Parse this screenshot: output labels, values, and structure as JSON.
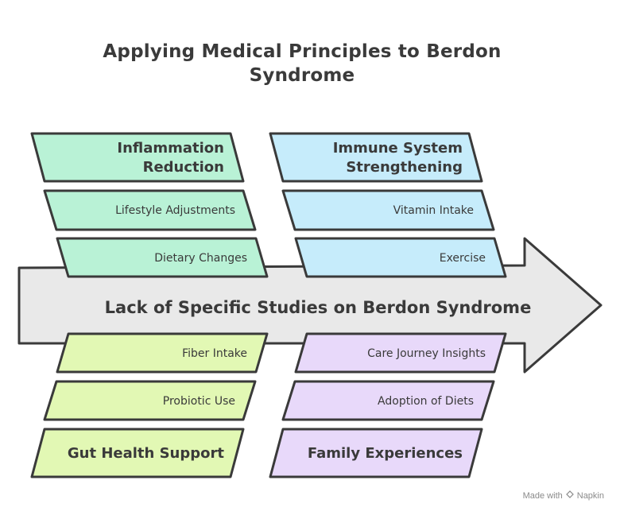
{
  "title": "Applying Medical Principles to Berdon Syndrome",
  "spine": "Lack of Specific Studies on Berdon Syndrome",
  "branches": {
    "inflammation": {
      "head": "Inflammation Reduction",
      "items": [
        "Lifestyle Adjustments",
        "Dietary Changes"
      ],
      "color": "#b9f2d6"
    },
    "immune": {
      "head": "Immune System Strengthening",
      "items": [
        "Vitamin Intake",
        "Exercise"
      ],
      "color": "#c6ecfb"
    },
    "gut": {
      "head": "Gut Health Support",
      "items": [
        "Fiber Intake",
        "Probiotic Use"
      ],
      "color": "#e2f8b4"
    },
    "family": {
      "head": "Family Experiences",
      "items": [
        "Care Journey Insights",
        "Adoption of Diets"
      ],
      "color": "#e8d9fa"
    }
  },
  "spine_color": "#e9e9e9",
  "outline_color": "#3a3a3a",
  "footer": {
    "made_with": "Made with",
    "brand": "Napkin",
    "icon": "napkin-logo-icon"
  }
}
